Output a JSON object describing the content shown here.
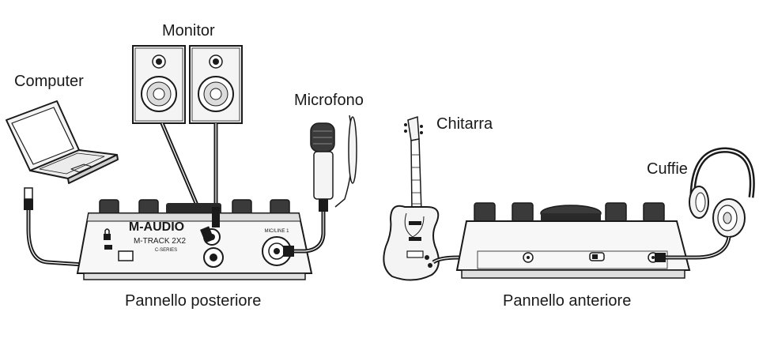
{
  "labels": {
    "computer": "Computer",
    "monitor": "Monitor",
    "microphone": "Microfono",
    "guitar": "Chitarra",
    "headphones": "Cuffie",
    "rear_panel": "Pannello posteriore",
    "front_panel": "Pannello anteriore"
  },
  "device": {
    "brand": "M-AUDIO",
    "model": "M-TRACK 2X2",
    "series": "C-SERIES",
    "mic_input_label": "MIC/LINE 1"
  },
  "colors": {
    "ink": "#1a1a1a",
    "metal": "#9a9a9a",
    "panel": "#f2f2f2"
  }
}
